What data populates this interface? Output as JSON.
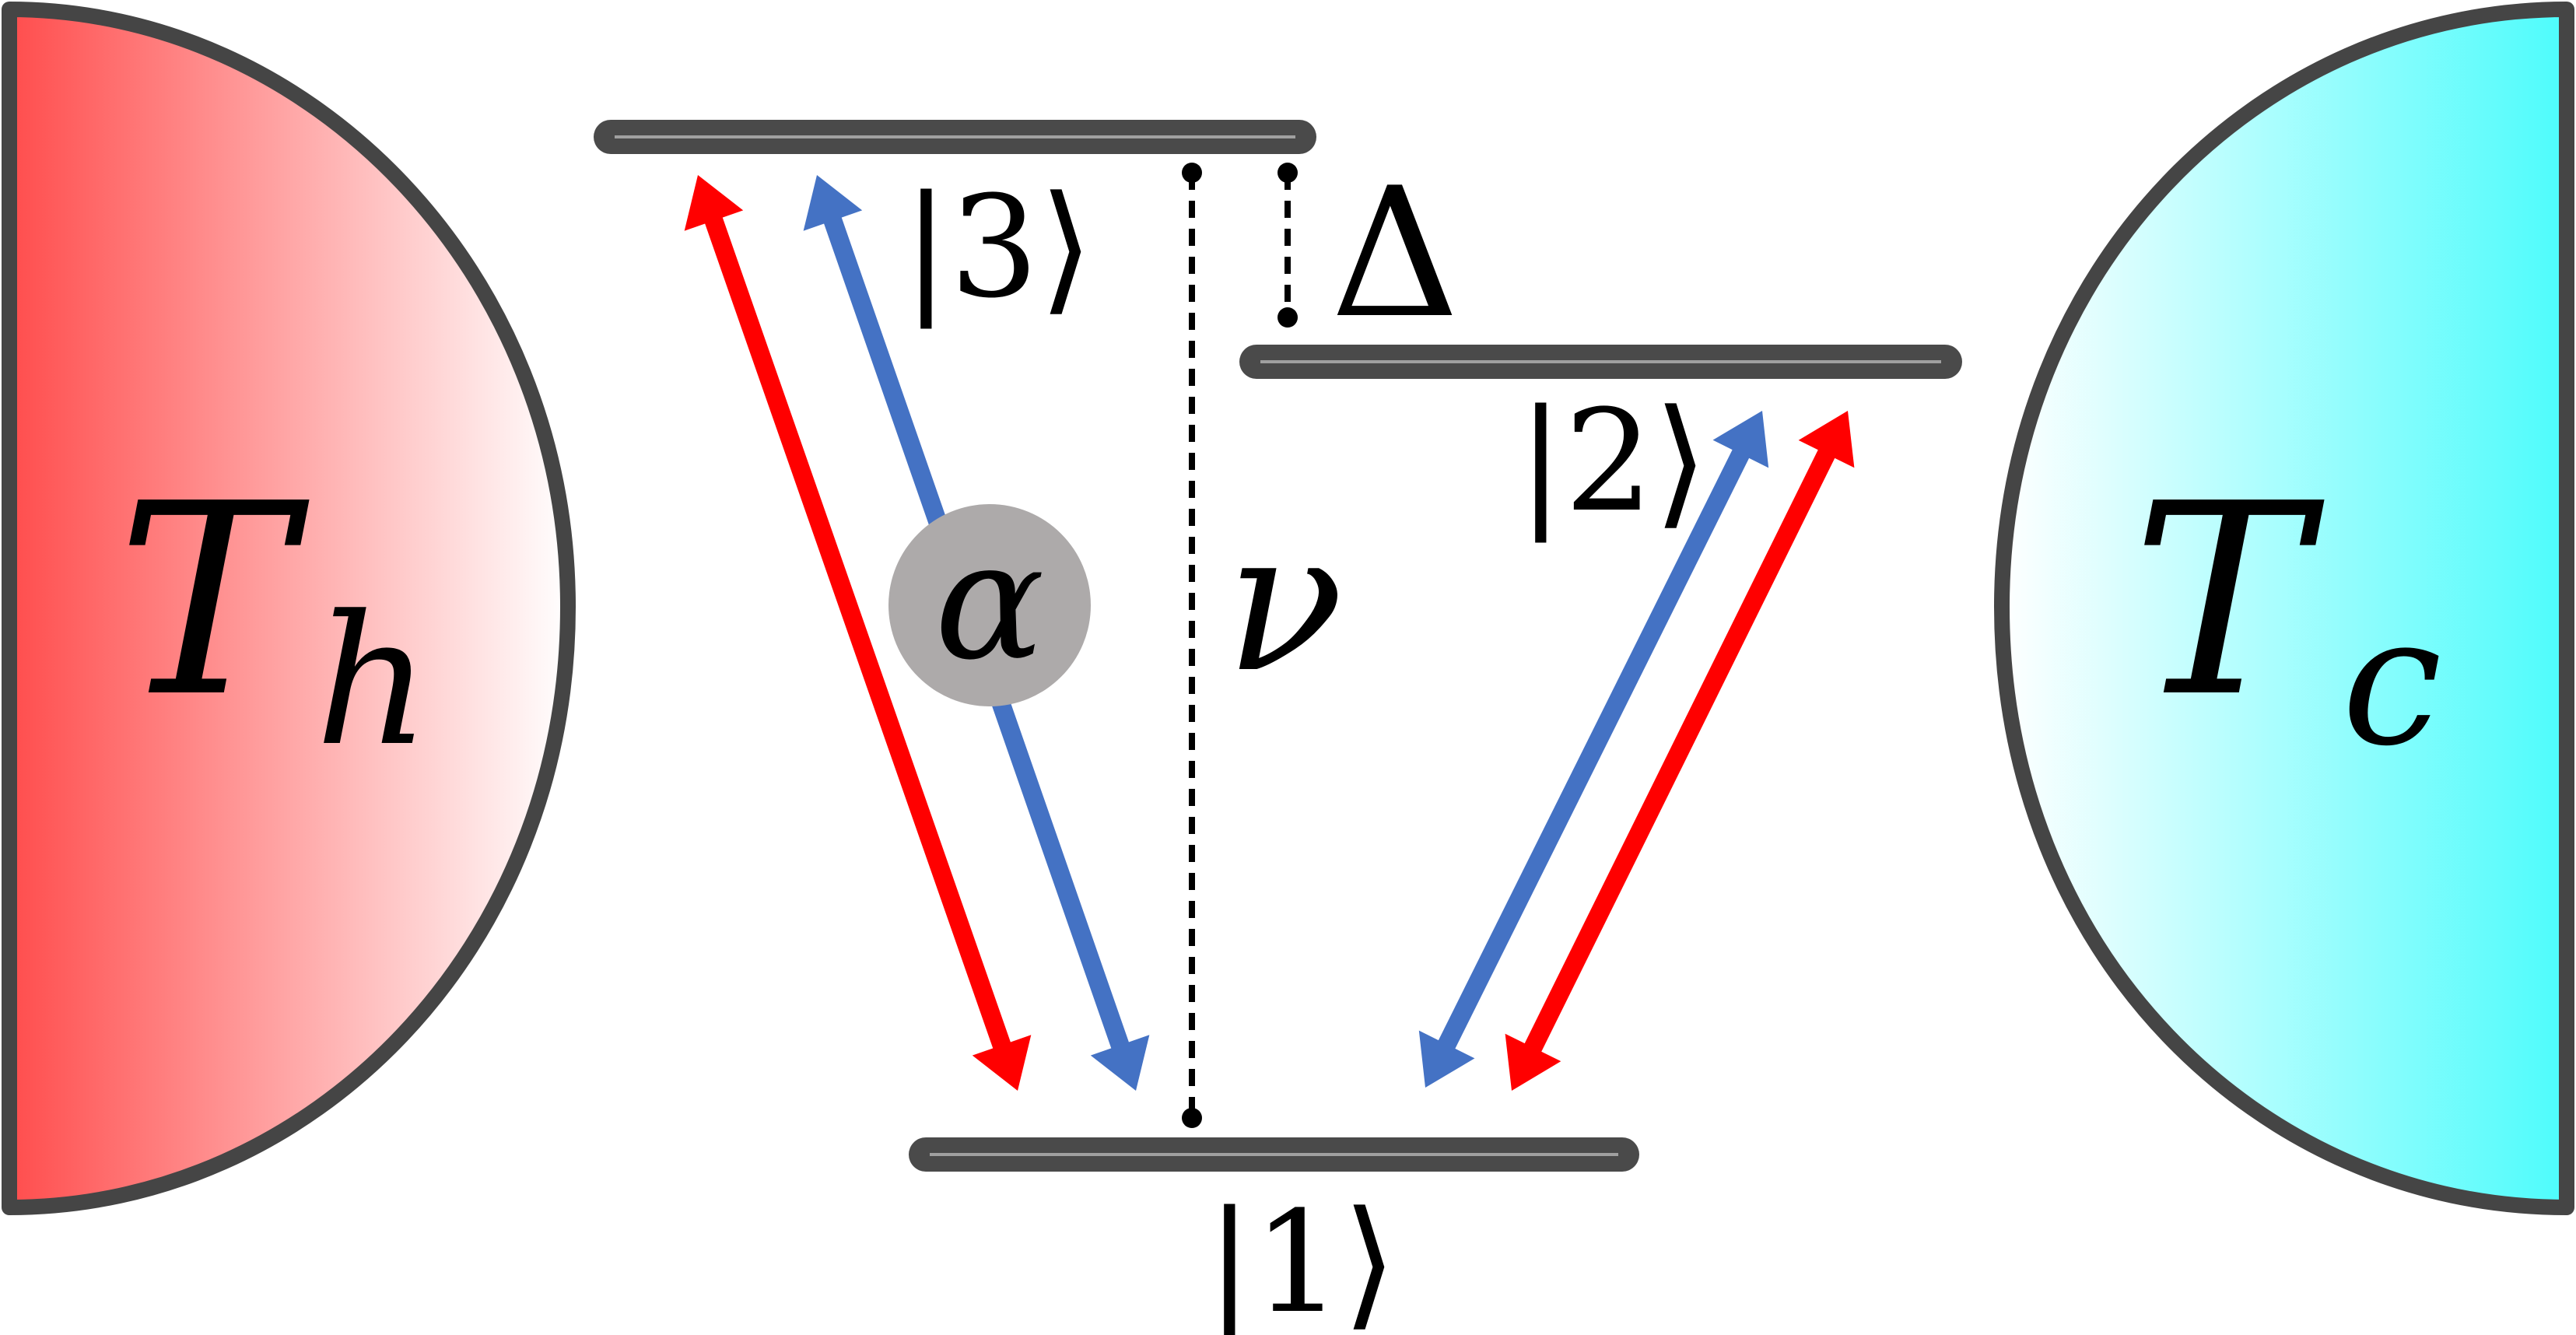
{
  "reservoirs": {
    "hot": {
      "symbol": "T",
      "subscript": "h",
      "color_edge": "#ff4d4d",
      "color_fade": "#ffffff"
    },
    "cold": {
      "symbol": "T",
      "subscript": "c",
      "color_edge": "#4dfcfc",
      "color_fade": "#ffffff"
    }
  },
  "levels": {
    "level1": {
      "label": "|1⟩"
    },
    "level2": {
      "label": "|2⟩"
    },
    "level3": {
      "label": "|3⟩"
    }
  },
  "annotations": {
    "delta": "Δ",
    "nu": "ν",
    "alpha": "α"
  },
  "colors": {
    "hot_arrow": "#ff0000",
    "cold_arrow": "#4472c4",
    "level_bar": "#4a4a4a",
    "outline": "#454545",
    "alpha_circle": "#adaaaa"
  }
}
